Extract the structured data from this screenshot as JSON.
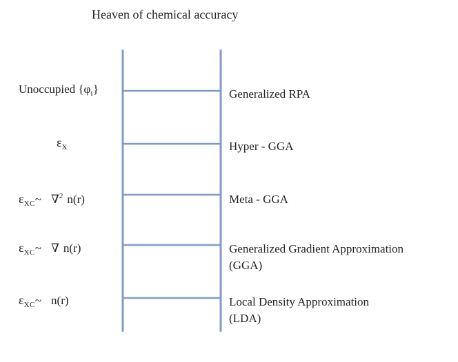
{
  "title": "Heaven of chemical accuracy",
  "colors": {
    "ladder_line": "#7f9cc4",
    "text": "#222222"
  },
  "rungs": [
    {
      "left": {
        "text": "Unoccupied {φ",
        "sub": "i",
        "suffix": "}"
      },
      "right": {
        "line1": "Generalized RPA",
        "line2": ""
      }
    },
    {
      "left": {
        "eps": "ε",
        "sub": "X"
      },
      "right": {
        "line1": "Hyper - GGA",
        "line2": ""
      }
    },
    {
      "left": {
        "eps": "ε",
        "sub": "XC",
        "tilde": "~",
        "op": "∇",
        "sup": "2",
        "expr": "n(r)"
      },
      "right": {
        "line1": "Meta - GGA",
        "line2": ""
      }
    },
    {
      "left": {
        "eps": "ε",
        "sub": "XC",
        "tilde": "~",
        "op": "∇",
        "expr": "n(r)"
      },
      "right": {
        "line1": "Generalized Gradient Approximation",
        "line2": "(GGA)"
      }
    },
    {
      "left": {
        "eps": "ε",
        "sub": "XC",
        "tilde": "~",
        "expr": "n(r)"
      },
      "right": {
        "line1": "Local Density Approximation",
        "line2": "(LDA)"
      }
    }
  ]
}
